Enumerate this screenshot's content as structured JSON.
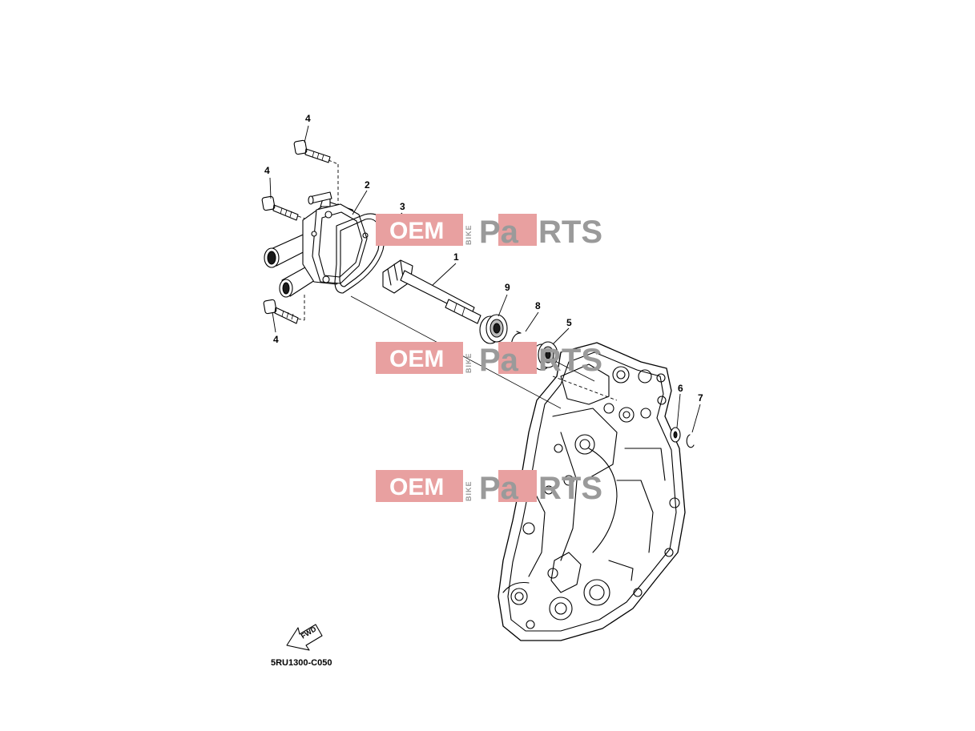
{
  "diagram": {
    "code": "5RU1300-C050",
    "fwd_label": "FWD",
    "callouts": [
      {
        "id": "c1",
        "text": "1"
      },
      {
        "id": "c2",
        "text": "2"
      },
      {
        "id": "c3",
        "text": "3"
      },
      {
        "id": "c4a",
        "text": "4"
      },
      {
        "id": "c4b",
        "text": "4"
      },
      {
        "id": "c4c",
        "text": "4"
      },
      {
        "id": "c5",
        "text": "5"
      },
      {
        "id": "c6",
        "text": "6"
      },
      {
        "id": "c7",
        "text": "7"
      },
      {
        "id": "c8",
        "text": "8"
      },
      {
        "id": "c9",
        "text": "9"
      }
    ]
  },
  "watermark": {
    "oem": "OEM",
    "bike": "BIKE",
    "pa": "Pa",
    "rts": "RTS",
    "colors": {
      "red": "#e8a0a0",
      "gray": "#9a9a9a"
    }
  }
}
